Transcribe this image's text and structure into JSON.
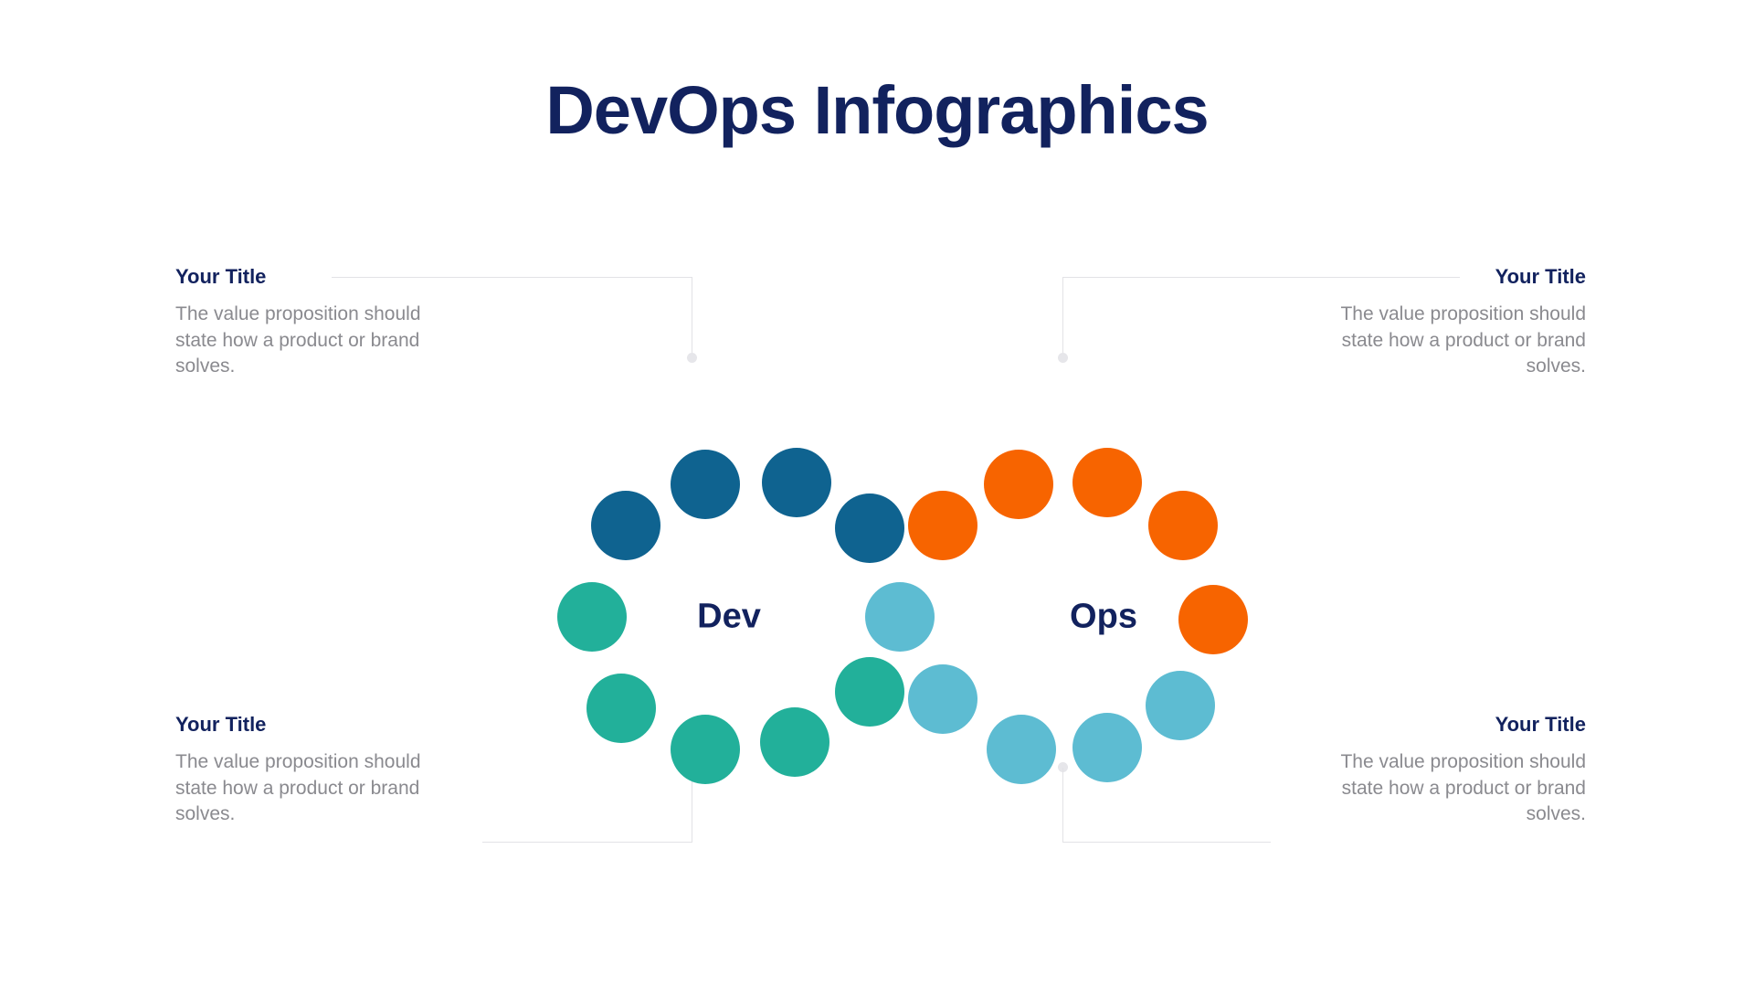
{
  "page": {
    "title": "DevOps Infographics",
    "background_color": "#ffffff"
  },
  "theme": {
    "navy": "#12225e",
    "body_gray": "#8a8a8f",
    "connector_gray": "#e2e2e6",
    "dark_blue": "#0f6390",
    "teal": "#22b09a",
    "orange": "#f76400",
    "light_blue": "#5dbcd2"
  },
  "lobes": [
    {
      "id": "dev",
      "label": "Dev"
    },
    {
      "id": "ops",
      "label": "Ops"
    }
  ],
  "callouts": [
    {
      "id": "top-left",
      "title": "Your Title",
      "body": "The value proposition should state how a product or brand solves.",
      "align": "left"
    },
    {
      "id": "top-right",
      "title": "Your Title",
      "body": "The value proposition should state how a product or brand solves.",
      "align": "right"
    },
    {
      "id": "bottom-left",
      "title": "Your Title",
      "body": "The value proposition should state how a product or brand solves.",
      "align": "left"
    },
    {
      "id": "bottom-right",
      "title": "Your Title",
      "body": "The value proposition should state how a product or brand solves.",
      "align": "right"
    }
  ],
  "chart_data": {
    "type": "scatter",
    "title": "DevOps Infographics",
    "description": "Two interlocking rings of circular nodes forming an infinity loop; left ring labelled Dev, right ring labelled Ops.",
    "grid": false,
    "legend": "none",
    "series": [
      {
        "name": "Dev ring - dark blue",
        "color": "#0f6390",
        "points": [
          {
            "cx": 145,
            "cy": 155,
            "r": 38
          },
          {
            "cx": 232,
            "cy": 110,
            "r": 38
          },
          {
            "cx": 332,
            "cy": 108,
            "r": 38
          },
          {
            "cx": 412,
            "cy": 158,
            "r": 38
          }
        ]
      },
      {
        "name": "Dev ring - teal",
        "color": "#22b09a",
        "points": [
          {
            "cx": 108,
            "cy": 255,
            "r": 38
          },
          {
            "cx": 140,
            "cy": 355,
            "r": 38
          },
          {
            "cx": 232,
            "cy": 400,
            "r": 38
          },
          {
            "cx": 330,
            "cy": 392,
            "r": 38
          },
          {
            "cx": 412,
            "cy": 337,
            "r": 38
          }
        ]
      },
      {
        "name": "Ops ring - orange",
        "color": "#f76400",
        "points": [
          {
            "cx": 492,
            "cy": 155,
            "r": 38
          },
          {
            "cx": 575,
            "cy": 110,
            "r": 38
          },
          {
            "cx": 672,
            "cy": 108,
            "r": 38
          },
          {
            "cx": 755,
            "cy": 155,
            "r": 38
          },
          {
            "cx": 788,
            "cy": 258,
            "r": 38
          }
        ]
      },
      {
        "name": "Ops ring - light blue",
        "color": "#5dbcd2",
        "points": [
          {
            "cx": 445,
            "cy": 255,
            "r": 38
          },
          {
            "cx": 492,
            "cy": 345,
            "r": 38
          },
          {
            "cx": 578,
            "cy": 400,
            "r": 38
          },
          {
            "cx": 672,
            "cy": 398,
            "r": 38
          },
          {
            "cx": 752,
            "cy": 352,
            "r": 38
          }
        ]
      }
    ],
    "annotations": [
      {
        "text": "Dev",
        "x": 258,
        "y": 255
      },
      {
        "text": "Ops",
        "x": 668,
        "y": 255
      }
    ]
  }
}
